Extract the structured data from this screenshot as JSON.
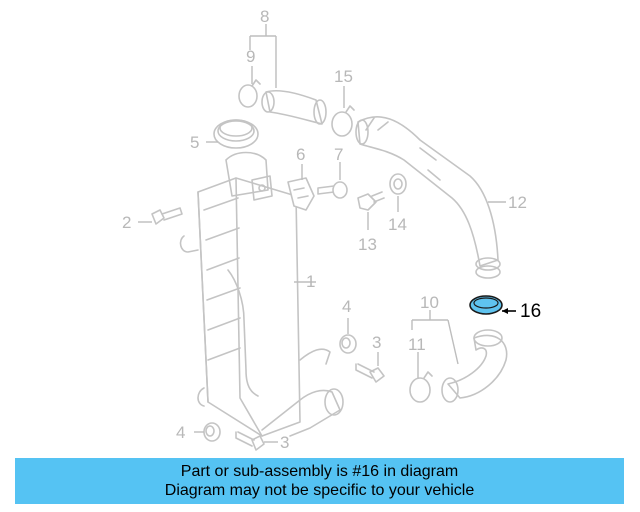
{
  "callouts": {
    "c1": "1",
    "c2": "2",
    "c3a": "3",
    "c3b": "3",
    "c4a": "4",
    "c4b": "4",
    "c5": "5",
    "c6": "6",
    "c7": "7",
    "c8": "8",
    "c9": "9",
    "c10": "10",
    "c11": "11",
    "c12": "12",
    "c13": "13",
    "c14": "14",
    "c15": "15",
    "c16": "16"
  },
  "highlight": {
    "part_number": "16",
    "fill_color": "#5fc3ef"
  },
  "banner": {
    "line1": "Part or sub-assembly is #16 in diagram",
    "line2": "Diagram may not be specific to your vehicle",
    "background_color": "#55c3f3"
  }
}
